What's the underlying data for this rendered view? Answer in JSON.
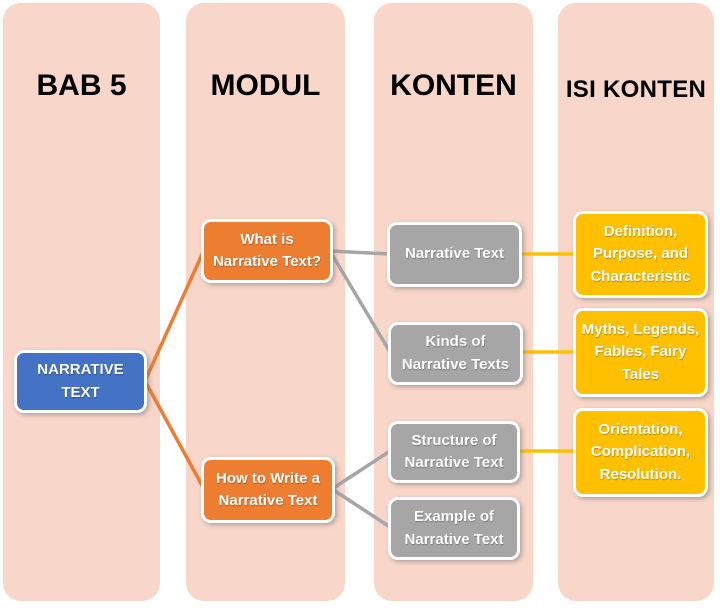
{
  "diagram": {
    "type": "flowchart",
    "columns": [
      {
        "label": "BAB 5"
      },
      {
        "label": "MODUL"
      },
      {
        "label": "KONTEN"
      },
      {
        "label": "ISI KONTEN"
      }
    ],
    "nodes": {
      "root": {
        "label": "NARRATIVE TEXT",
        "column": "BAB 5",
        "color": "#4472c4"
      },
      "what_is": {
        "label": "What is Narrative Text?",
        "column": "MODUL",
        "color": "#ed7d31"
      },
      "how_to_write": {
        "label": "How to Write a Narrative Text",
        "column": "MODUL",
        "color": "#ed7d31"
      },
      "narrative_text": {
        "label": "Narrative Text",
        "column": "KONTEN",
        "color": "#a6a6a6"
      },
      "kinds": {
        "label": "Kinds of Narrative Texts",
        "column": "KONTEN",
        "color": "#a6a6a6"
      },
      "structure": {
        "label": "Structure of Narrative Text",
        "column": "KONTEN",
        "color": "#a6a6a6"
      },
      "example": {
        "label": "Example of Narrative Text",
        "column": "KONTEN",
        "color": "#a6a6a6"
      },
      "definition": {
        "label": "Definition, Purpose, and Characteristic",
        "column": "ISI KONTEN",
        "color": "#ffc000"
      },
      "myths": {
        "label": "Myths, Legends, Fables, Fairy Tales",
        "column": "ISI KONTEN",
        "color": "#ffc000"
      },
      "orientation": {
        "label": "Orientation, Complication, Resolution.",
        "column": "ISI KONTEN",
        "color": "#ffc000"
      }
    },
    "edges": [
      {
        "from": "root",
        "to": "what_is",
        "color": "#ed7d31"
      },
      {
        "from": "root",
        "to": "how_to_write",
        "color": "#ed7d31"
      },
      {
        "from": "what_is",
        "to": "narrative_text",
        "color": "#a6a6a6"
      },
      {
        "from": "what_is",
        "to": "kinds",
        "color": "#a6a6a6"
      },
      {
        "from": "how_to_write",
        "to": "structure",
        "color": "#a6a6a6"
      },
      {
        "from": "how_to_write",
        "to": "example",
        "color": "#a6a6a6"
      },
      {
        "from": "narrative_text",
        "to": "definition",
        "color": "#ffc000"
      },
      {
        "from": "kinds",
        "to": "myths",
        "color": "#ffc000"
      },
      {
        "from": "structure",
        "to": "orientation",
        "color": "#ffc000"
      }
    ],
    "colors": {
      "canvas_bg": "#ffffff",
      "column_bg": "#f8d6c9",
      "node_blue": "#4472c4",
      "node_orange": "#ed7d31",
      "node_gray": "#a6a6a6",
      "node_yellow": "#ffc000",
      "header_text": "#000000",
      "node_text": "#ffffff"
    }
  }
}
